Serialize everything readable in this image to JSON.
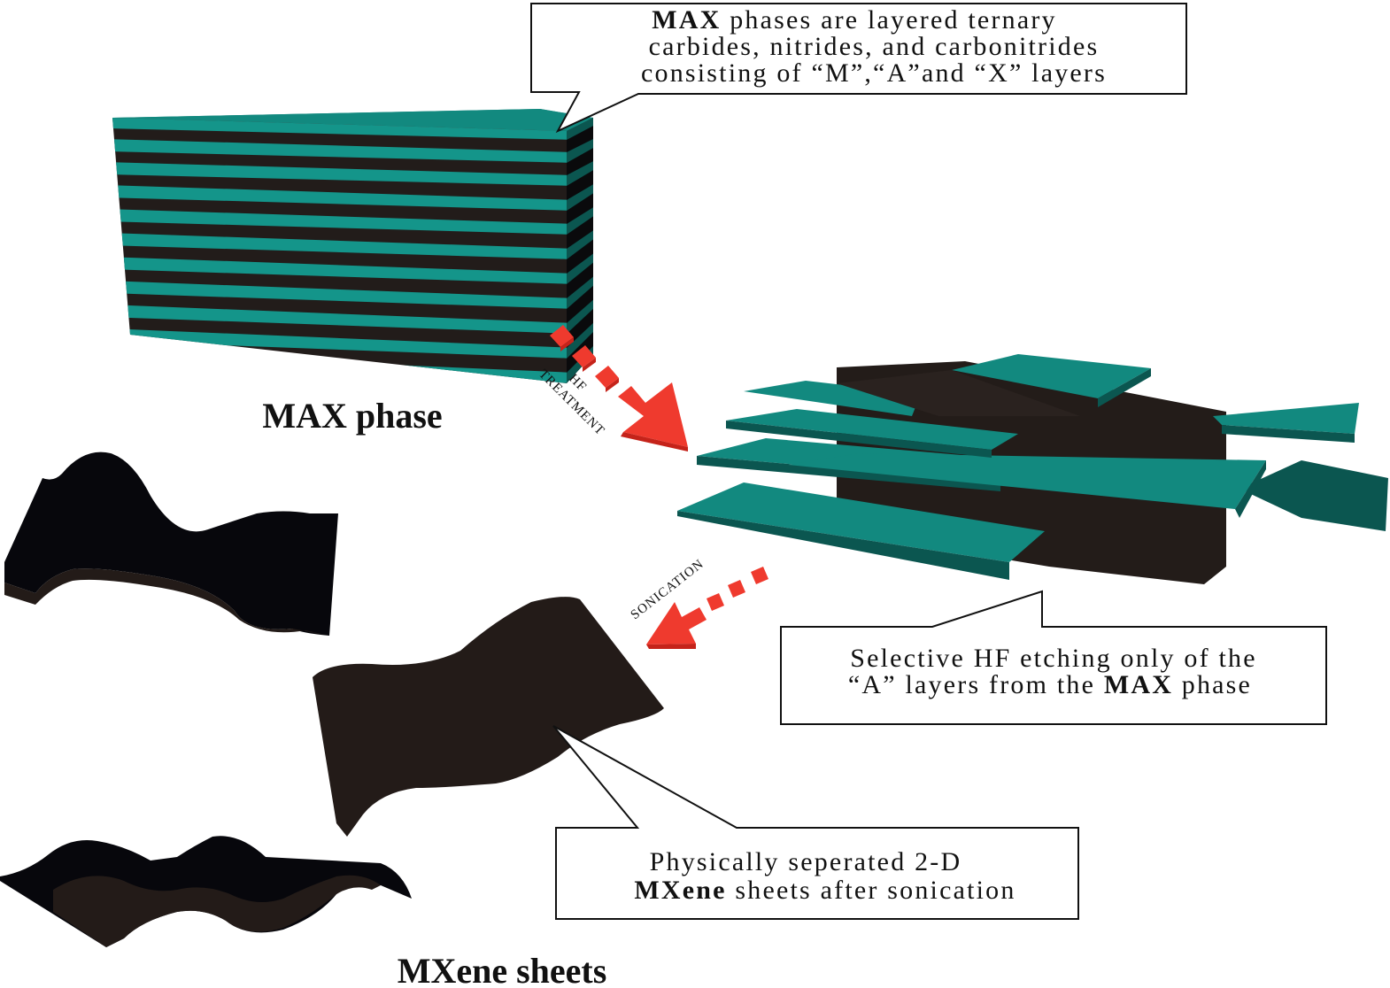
{
  "colors": {
    "teal": "#128a80",
    "teal_dark": "#0b5650",
    "black_layer": "#221c1a",
    "sheet": "#0b0a10",
    "sheet_brown": "#231b18",
    "arrow_red": "#ef3a2e",
    "arrow_red_dark": "#c5231a"
  },
  "labels": {
    "max_phase": "MAX phase",
    "mxene_sheets": "MXene sheets",
    "hf_line1": "HF",
    "hf_line2": "TREATMENT",
    "sonication": "SONICATION"
  },
  "callouts": {
    "max_definition": {
      "line1_bold": "MAX",
      "line1_rest": " phases are layered ternary",
      "line2": "carbides, nitrides, and carbonitrides",
      "line3": "consisting of “M”,“A”and “X” layers"
    },
    "hf_etching": {
      "line1": "Selective HF etching only of the",
      "line2_pre": "“A” layers from the ",
      "line2_bold": "MAX",
      "line2_post": " phase"
    },
    "mxene_sep": {
      "line1": "Physically seperated 2-D",
      "line2_bold": "MXene",
      "line2_rest": " sheets after sonication"
    }
  }
}
